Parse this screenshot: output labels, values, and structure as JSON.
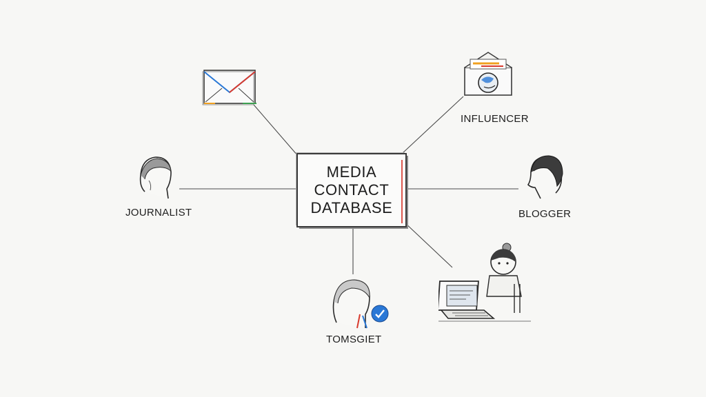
{
  "center": {
    "line1": "MEDIA",
    "line2": "CONTACT",
    "line3": "DATABASE"
  },
  "nodes": {
    "journalist": "JOURNALIST",
    "influencer": "INFLUENCER",
    "blogger": "BLOGGER",
    "bottom_person": "TOMSGIET"
  },
  "icons": {
    "email": "envelope-icon",
    "influencer": "open-envelope-globe-icon",
    "journalist": "person-head-icon",
    "blogger": "person-head-icon",
    "bottom_person": "person-head-icon",
    "badge": "checkmark-badge-icon",
    "laptop_person": "person-at-laptop-icon"
  },
  "colors": {
    "ink": "#2a2a2a",
    "accent_red": "#d83a2e",
    "accent_blue": "#2a78d6",
    "accent_orange": "#f0a020"
  }
}
